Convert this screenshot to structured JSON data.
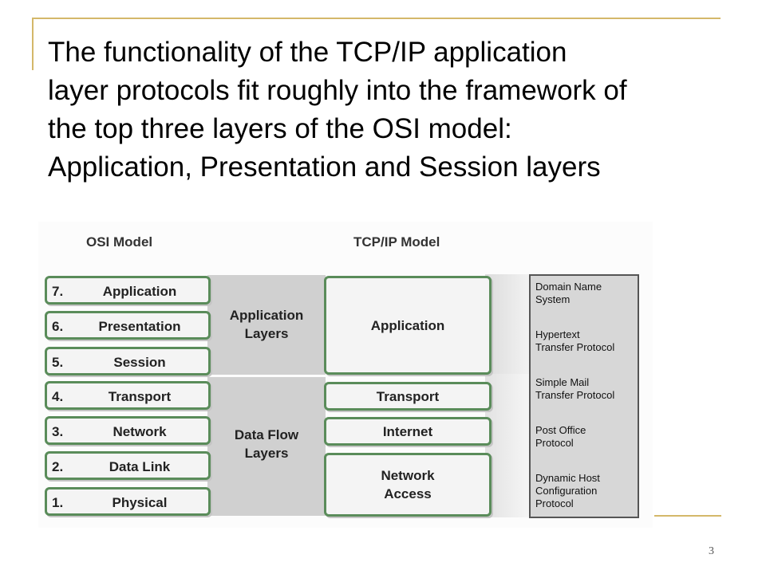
{
  "slide": {
    "title": "The functionality of the TCP/IP application\nlayer protocols fit roughly into the framework of\nthe top three layers of the OSI model:\nApplication, Presentation and Session layers",
    "page_number": "3"
  },
  "diagram": {
    "osi_header": "OSI Model",
    "tcpip_header": "TCP/IP Model",
    "osi_layers": [
      {
        "number": "7.",
        "name": "Application"
      },
      {
        "number": "6.",
        "name": "Presentation"
      },
      {
        "number": "5.",
        "name": "Session"
      },
      {
        "number": "4.",
        "name": "Transport"
      },
      {
        "number": "3.",
        "name": "Network"
      },
      {
        "number": "2.",
        "name": "Data Link"
      },
      {
        "number": "1.",
        "name": "Physical"
      }
    ],
    "groups": {
      "application_layers": "Application\nLayers",
      "data_flow_layers": "Data Flow\nLayers"
    },
    "tcpip_layers": [
      {
        "name": "Application"
      },
      {
        "name": "Transport"
      },
      {
        "name": "Internet"
      },
      {
        "name": "Network\nAccess"
      }
    ],
    "protocols": [
      "Domain Name\nSystem",
      "Hypertext\nTransfer Protocol",
      "Simple Mail\nTransfer Protocol",
      "Post Office\nProtocol",
      "Dynamic Host\nConfiguration\nProtocol"
    ],
    "colors": {
      "layer_border": "#5a8c5a",
      "group_fill": "#d0d0d0",
      "protocol_fill": "#d7d7d7",
      "decoration": "#d4b86a"
    }
  }
}
